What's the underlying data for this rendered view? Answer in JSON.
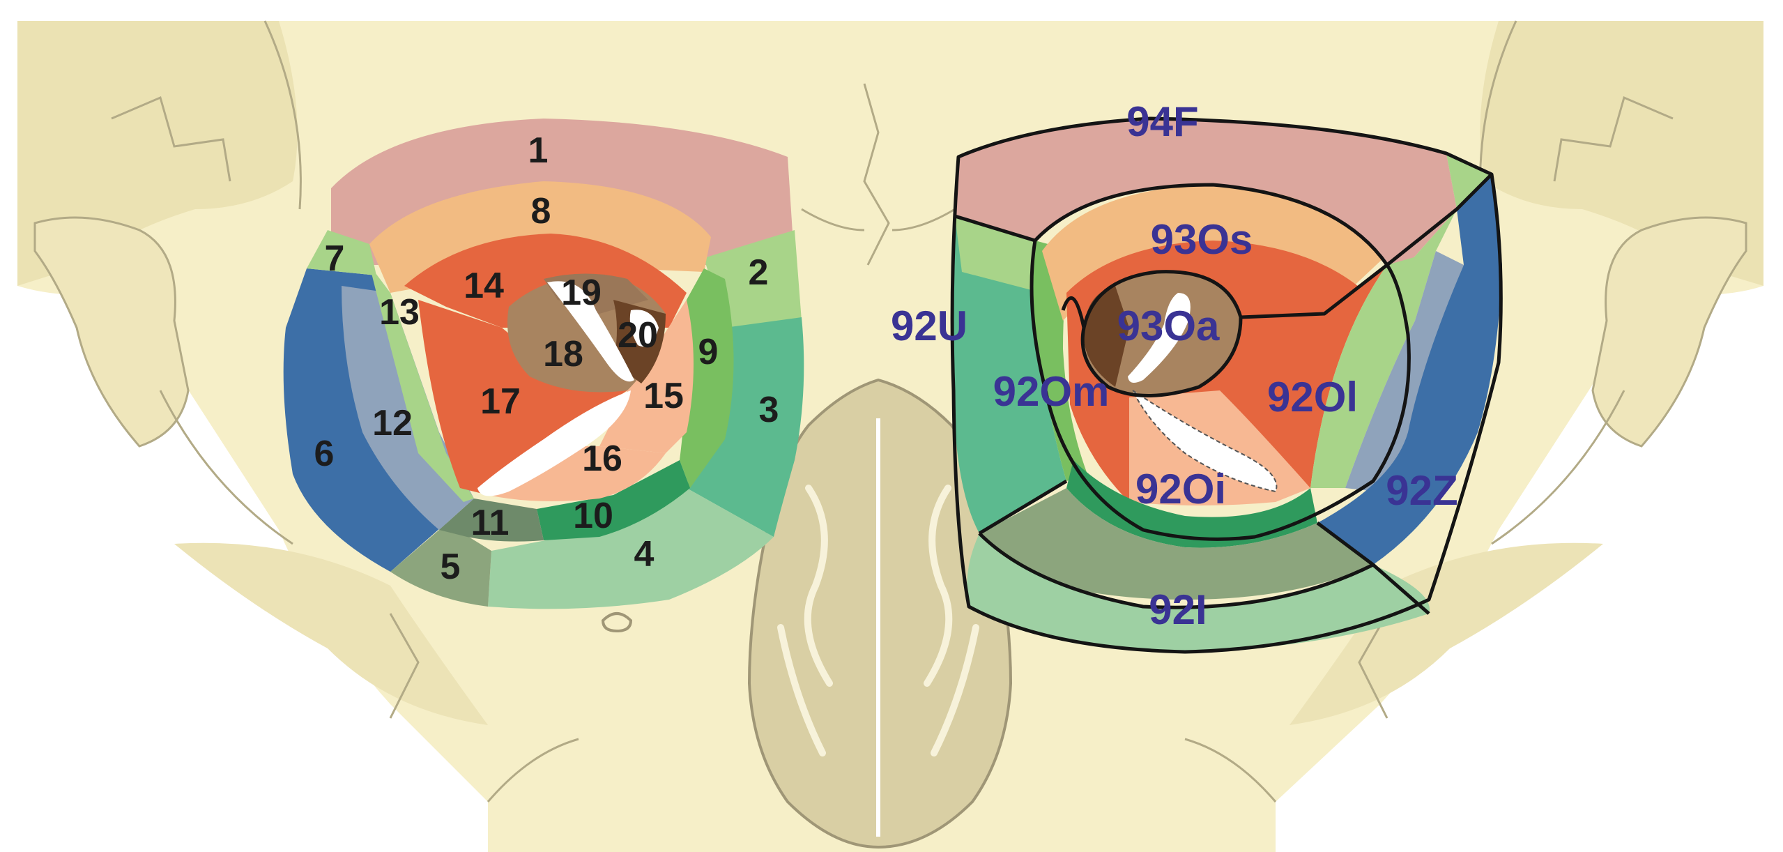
{
  "left_orbit_labels": [
    "1",
    "2",
    "3",
    "4",
    "5",
    "6",
    "7",
    "8",
    "9",
    "10",
    "11",
    "12",
    "13",
    "14",
    "15",
    "16",
    "17",
    "18",
    "19",
    "20"
  ],
  "right_orbit_labels": {
    "f": "94F",
    "os": "93Os",
    "oa": "93Oa",
    "u": "92U",
    "om": "92Om",
    "ol": "92Ol",
    "oi": "92Oi",
    "z": "92Z",
    "i": "92I"
  },
  "colors": {
    "background": "#ffffff",
    "skull": "#f6efc8",
    "skull_shadow": "#ebe2b3",
    "label_blue": "#3a3394",
    "label_black": "#1c1c1c",
    "outline": "#141414",
    "ring_outer_pink": "#dca79e",
    "ring_orange": "#f2bb82",
    "red_orange": "#e5663f",
    "brown": "#a88460",
    "dark_brown": "#6b4326",
    "peach": "#f7b893",
    "blue": "#3d6fa7",
    "gray_blue": "#8fa3bb",
    "light_green": "#a8d489",
    "mid_green": "#79bf60",
    "teal": "#5cba8f",
    "dark_green": "#2f9a5d",
    "gray_green": "#8ca57d",
    "pale_green": "#9ed0a3"
  }
}
